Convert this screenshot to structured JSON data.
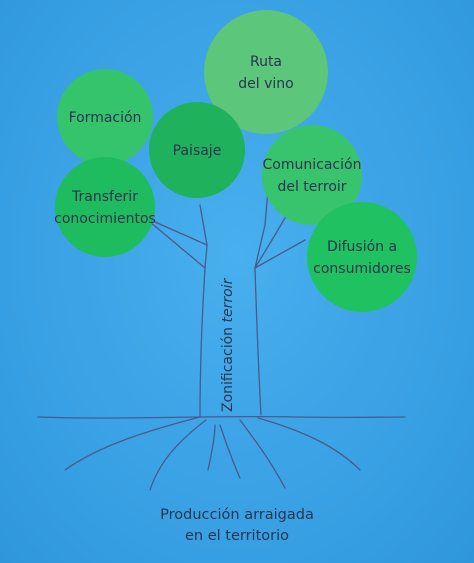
{
  "diagram": {
    "circles": [
      {
        "id": "ruta",
        "lines": [
          "Ruta",
          "del vino"
        ],
        "color": "#5cc67a"
      },
      {
        "id": "formacion",
        "lines": [
          "Formación"
        ],
        "color": "#35c46c"
      },
      {
        "id": "paisaje",
        "lines": [
          "Paisaje"
        ],
        "color": "#1fb15c"
      },
      {
        "id": "comunicacion",
        "lines": [
          "Comunicación",
          "del terroir"
        ],
        "color": "#38c46c"
      },
      {
        "id": "transferir",
        "lines": [
          "Transferir",
          "conocimientos"
        ],
        "color": "#1fbc5f"
      },
      {
        "id": "difusion",
        "lines": [
          "Difusión a",
          "consumidores"
        ],
        "color": "#1fc160"
      }
    ],
    "trunk_label": {
      "main": "Zonificación ",
      "italic": "terroir"
    },
    "root_label": {
      "line1": "Producción arraigada",
      "line2": "en el territorio"
    },
    "line_color": "#4a5a8a"
  }
}
